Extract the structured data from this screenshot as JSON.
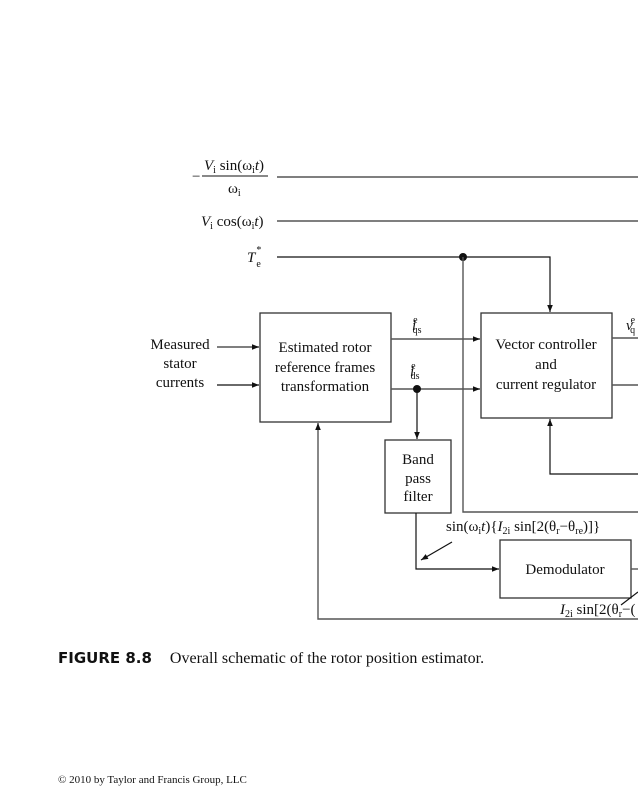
{
  "signals": {
    "sin_input": {
      "prefix": "−",
      "num_a": "V",
      "num_b": "i",
      "num_c": " sin(ω",
      "num_d": "i",
      "num_e": "t",
      "num_f": ")",
      "den_a": "ω",
      "den_b": "i"
    },
    "cos_input": {
      "a": "V",
      "b": "i",
      "c": " cos(ω",
      "d": "i",
      "e": "t",
      "f": ")"
    },
    "torque_ref": {
      "a": "T",
      "sup": "*",
      "sub": "e"
    },
    "iqs": {
      "a": "i",
      "sup": "e",
      "sub": "qs"
    },
    "ids": {
      "a": "i",
      "sup": "e",
      "sub": "ds"
    },
    "vq": {
      "a": "v",
      "sup": "e",
      "sub": "q"
    },
    "measured": [
      "Measured",
      "stator",
      "currents"
    ],
    "bpf_out": {
      "a": "sin(ω",
      "b": "i",
      "c": "t",
      "d": "){",
      "e": "I",
      "f": "2i",
      "g": " sin[2(θ",
      "h": "r",
      "i": "−θ",
      "j": "re",
      "k": ")]}"
    },
    "demod_out": {
      "a": "I",
      "b": "2i",
      "c": " sin[2(θ",
      "d": "r",
      "e": "−("
    }
  },
  "blocks": {
    "estimator": [
      "Estimated rotor",
      "reference frames",
      "transformation"
    ],
    "controller": [
      "Vector controller",
      "and",
      "current regulator"
    ],
    "bpf": [
      "Band",
      "pass",
      "filter"
    ],
    "demodulator": "Demodulator"
  },
  "caption": {
    "label": "FIGURE 8.8",
    "text": "Overall schematic of the rotor position estimator."
  },
  "copyright": "© 2010 by Taylor and Francis Group, LLC"
}
